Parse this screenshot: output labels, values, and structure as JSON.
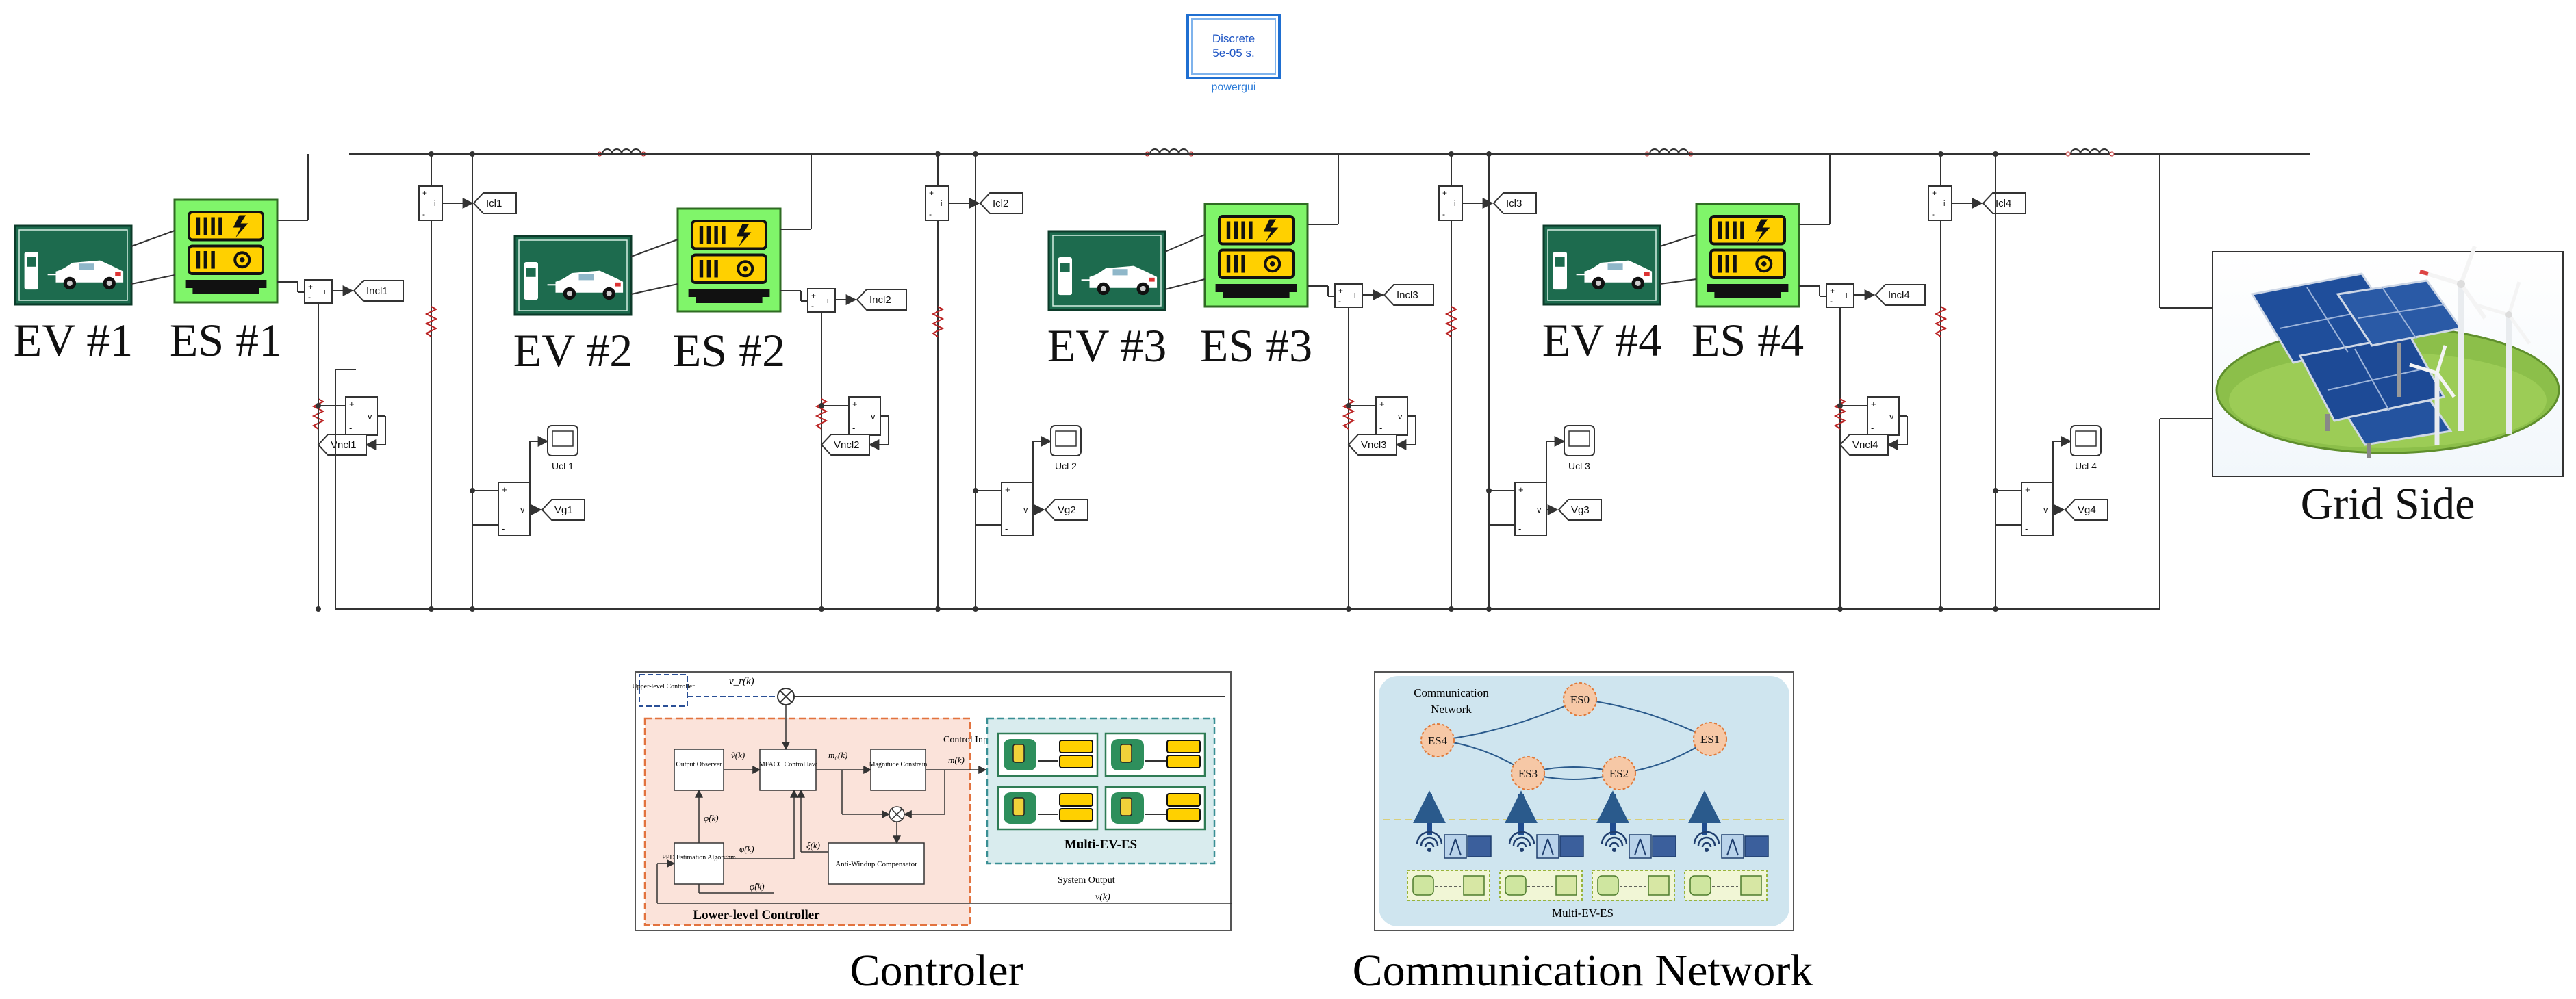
{
  "powergui": {
    "mode": "Discrete",
    "sample_time": "5e-05 s.",
    "label": "powergui"
  },
  "stages": [
    {
      "ev_label": "EV #1",
      "es_label": "ES #1",
      "icl": "Icl1",
      "incl": "Incl1",
      "vncl": "Vncl1",
      "vg": "Vg1",
      "ucl": "Ucl 1"
    },
    {
      "ev_label": "EV #2",
      "es_label": "ES #2",
      "icl": "Icl2",
      "incl": "Incl2",
      "vncl": "Vncl2",
      "vg": "Vg2",
      "ucl": "Ucl 2"
    },
    {
      "ev_label": "EV #3",
      "es_label": "ES #3",
      "icl": "Icl3",
      "incl": "Incl3",
      "vncl": "Vncl3",
      "vg": "Vg3",
      "ucl": "Ucl 3"
    },
    {
      "ev_label": "EV #4",
      "es_label": "ES #4",
      "icl": "Icl4",
      "incl": "Incl4",
      "vncl": "Vncl4",
      "vg": "Vg4",
      "ucl": "Ucl 4"
    }
  ],
  "grid": {
    "label": "Grid Side"
  },
  "controller": {
    "caption": "Controler",
    "upper_label": "Upper-level Controller",
    "vr": "v_r(k)",
    "lower_label": "Lower-level Controller",
    "output_observer": "Output Observer",
    "mfacc": "MFACC Control law",
    "magnitude": "Magnitude Constrain",
    "ppd": "PPD Estimation Algorithm",
    "antiwindup": "Anti-Windup Compensator",
    "control_input": "Control Input",
    "system_output": "System Output",
    "multi_ev_es": "Multi-EV-ES",
    "sig_vhat": "v̂(k)",
    "sig_m0": "m₀(k)",
    "sig_m": "m(k)",
    "sig_phi1": "φ̂(k)",
    "sig_phi2": "φ̂(k)",
    "sig_xi": "ξ(k)",
    "sig_phi3": "φ̂(k)",
    "sig_vk": "v(k)"
  },
  "communication": {
    "caption": "Communication Network",
    "title": "Communication Network",
    "nodes": [
      "ES0",
      "ES1",
      "ES2",
      "ES3",
      "ES4"
    ],
    "bottom_label": "Multi-EV-ES"
  },
  "colors": {
    "es_green": "#80f56a",
    "ev_green": "#1d6b4e",
    "wire": "#333333",
    "lower_fill": "#fbe3da",
    "lower_border": "#e2733f",
    "comm_fill": "#cfe5ef",
    "node_fill": "#f6c8a6",
    "powergui_border": "#1f6fd1"
  }
}
